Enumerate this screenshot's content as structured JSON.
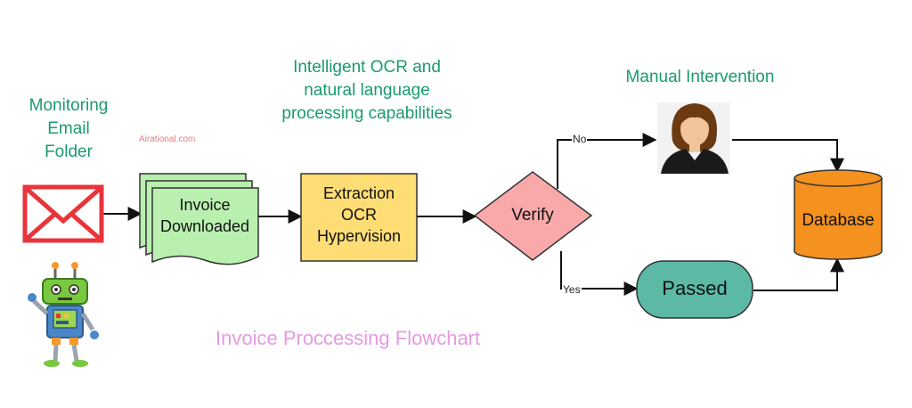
{
  "labels": {
    "monitoring": [
      "Monitoring",
      "Email",
      "Folder"
    ],
    "ocr": [
      "Intelligent OCR and",
      "natural language",
      "processing capabilities"
    ],
    "manual": "Manual Intervention"
  },
  "nodes": {
    "invoice": [
      "Invoice",
      "Downloaded"
    ],
    "extraction": [
      "Extraction",
      "OCR",
      "Hypervision"
    ],
    "verify": "Verify",
    "passed": "Passed",
    "database": "Database"
  },
  "edges": {
    "no": "No",
    "yes": "Yes"
  },
  "watermark": "Airational.com",
  "caption": "Invoice Proccessing Flowchart",
  "colors": {
    "label_green": "#1a9a72",
    "document_fill": "#b9f0b0",
    "extraction_fill": "#ffdd75",
    "verify_fill": "#f9a9a9",
    "passed_fill": "#5bb9a5",
    "database_fill": "#f5911e",
    "envelope_red": "#e8343a",
    "caption_pink": "#e59ae0"
  },
  "icons": [
    "envelope-icon",
    "robot-icon",
    "person-icon"
  ]
}
